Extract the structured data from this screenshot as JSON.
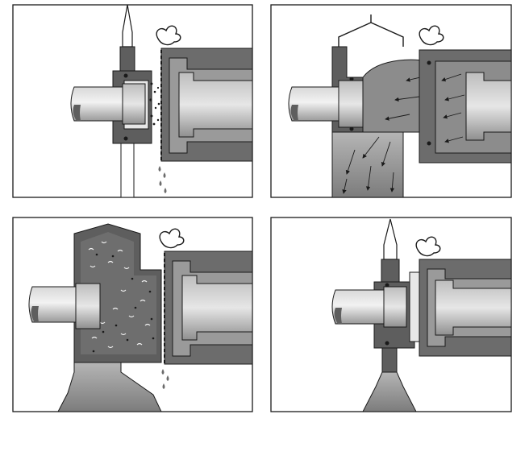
{
  "figure": {
    "panels": [
      {
        "id": "panel-1",
        "description_icon": "valve-closed-drip-icon"
      },
      {
        "id": "panel-2",
        "description_icon": "valve-open-flow-icon"
      },
      {
        "id": "panel-3",
        "description_icon": "chamber-filled-particles-icon"
      },
      {
        "id": "panel-4",
        "description_icon": "valve-sealed-icon"
      }
    ],
    "colors": {
      "dark_metal": "#5e5e5e",
      "mid_gray": "#8c8c8c",
      "light_gray": "#c8c8c8",
      "pale": "#e2e2e2",
      "fluid": "#7a7a7a",
      "outline": "#1a1a1a"
    }
  }
}
